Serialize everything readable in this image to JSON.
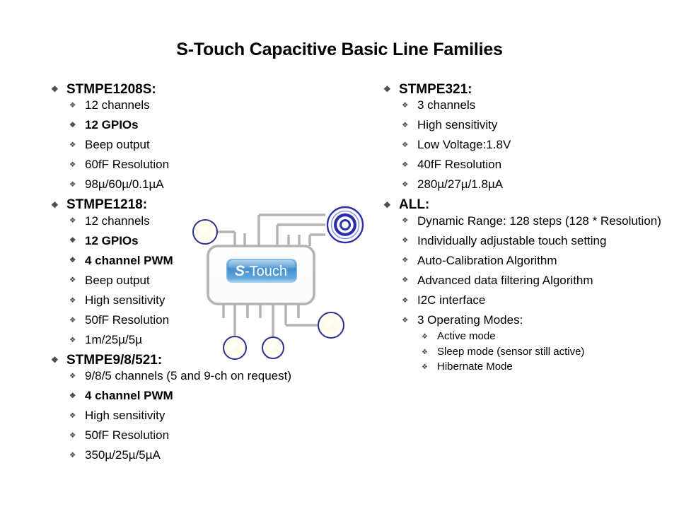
{
  "slide": {
    "title": "S-Touch Capacitive Basic Line Families",
    "bullet_glyph": "❖"
  },
  "colors": {
    "text": "#000000",
    "bullet": "#4d4d4d",
    "trace": "#b3b3b3",
    "chip_outline": "#b3b3b3",
    "node_outline": "#2b2f8f",
    "node_fill": "#fffef2",
    "logo_blue_top": "#6aa9dc",
    "logo_blue_mid": "#3f8fce",
    "logo_blue_bottom": "#cfe6f7",
    "swirl_blue": "#2b2fa8"
  },
  "left_column": [
    {
      "heading": "STMPE1208S:",
      "items": [
        {
          "text": "12 channels",
          "bold": false
        },
        {
          "text": "12 GPIOs",
          "bold": true
        },
        {
          "text": "Beep output",
          "bold": false
        },
        {
          "text": "60fF Resolution",
          "bold": false
        },
        {
          "text": "98µ/60µ/0.1µA",
          "bold": false
        }
      ]
    },
    {
      "heading": "STMPE1218:",
      "items": [
        {
          "text": "12 channels",
          "bold": false
        },
        {
          "text": "12 GPIOs",
          "bold": true
        },
        {
          "text": "4 channel PWM",
          "bold": true
        },
        {
          "text": "Beep output",
          "bold": false
        },
        {
          "text": "High sensitivity",
          "bold": false
        },
        {
          "text": "50fF Resolution",
          "bold": false
        },
        {
          "text": "1m/25µ/5µ",
          "bold": false
        }
      ]
    },
    {
      "heading": "STMPE9/8/521:",
      "items": [
        {
          "text": "9/8/5 channels (5 and 9-ch on request)",
          "bold": false
        },
        {
          "text": "4 channel PWM",
          "bold": true
        },
        {
          "text": "High sensitivity",
          "bold": false
        },
        {
          "text": "50fF Resolution",
          "bold": false
        },
        {
          "text": "350µ/25µ/5µA",
          "bold": false
        }
      ]
    }
  ],
  "right_column": [
    {
      "heading": "STMPE321:",
      "items": [
        {
          "text": "3 channels",
          "bold": false
        },
        {
          "text": "High sensitivity",
          "bold": false
        },
        {
          "text": "Low Voltage:1.8V",
          "bold": false
        },
        {
          "text": "40fF Resolution",
          "bold": false
        },
        {
          "text": "280µ/27µ/1.8µA",
          "bold": false
        }
      ]
    },
    {
      "heading": "ALL:",
      "items": [
        {
          "text": "Dynamic Range: 128 steps (128 * Resolution)",
          "bold": false
        },
        {
          "text": "Individually adjustable touch setting",
          "bold": false
        },
        {
          "text": "Auto-Calibration Algorithm",
          "bold": false
        },
        {
          "text": "Advanced data filtering Algorithm",
          "bold": false
        },
        {
          "text": "I2C interface",
          "bold": false
        },
        {
          "text": "3 Operating Modes:",
          "bold": false,
          "subitems": [
            {
              "text": "Active mode"
            },
            {
              "text": "Sleep mode (sensor still active)"
            },
            {
              "text": "Hibernate Mode"
            }
          ]
        }
      ]
    }
  ],
  "graphic": {
    "logo_s": "S",
    "logo_rest": "-Touch",
    "chip_label": "s-touch-chip",
    "swirl_label": "s-touch-swirl-icon",
    "node_count": 4,
    "top_pins": 7,
    "bottom_pins": 7
  }
}
